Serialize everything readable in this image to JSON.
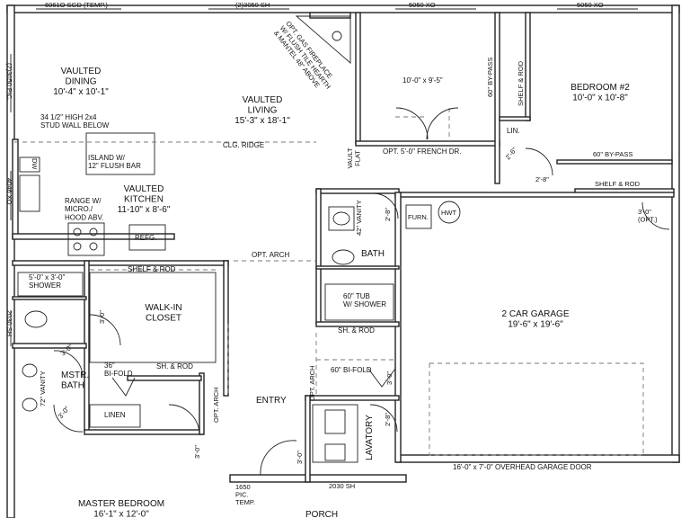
{
  "labels": {
    "win_top_1": "6061O SGD (TEMP.)",
    "win_top_2": "(2)3050 SH",
    "win_top_3": "5050 XO",
    "win_top_4": "5050 XO",
    "win_left_1": "(2)3050 PIC.",
    "win_left_2": "4046 XO",
    "win_left_3": "2030 SH",
    "dining": "VAULTED\nDINING\n10'-4\" x 10'-1\"",
    "stud_wall": "34 1/2\" HIGH 2x4\nSTUD WALL BELOW",
    "island": "ISLAND W/\n12\" FLUSH BAR",
    "dw": "DW",
    "range": "RANGE W/\nMICRO./\nHOOD ABV.",
    "kitchen": "VAULTED\nKITCHEN\n11-10\" x 8'-6\"",
    "refg": "REFG.",
    "fireplace": "OPT. GAS FIREPLACE\nW/ FLUSH TILE HEARTH\n& MANTEL 48\" ABOVE",
    "living": "VAULTED\nLIVING\n15'-3\" x 18'-1\"",
    "clg_ridge": "CLG. RIDGE",
    "vault_flat": "VAULT\nFLAT",
    "opt_arch_h": "OPT. ARCH",
    "study": "10'-0\" x 9'-5\"",
    "french": "OPT. 5'-0\" FRENCH DR.",
    "bypass1": "60\" BY-PASS",
    "shelf_rod_v": "SHELF & ROD",
    "lin": "LIN.",
    "d26": "2'-6\"",
    "d28a": "2'-8\"",
    "bedroom2": "BEDROOM #2\n10'-0\" x 10'-8\"",
    "bypass2": "60\" BY-PASS",
    "shelf_rod_b2": "SHELF & ROD",
    "d28b": "2'-8\"",
    "vanity42": "42\" VANITY",
    "bath": "BATH",
    "tub": "60\" TUB\nW/ SHOWER",
    "sh_rod": "SH. & ROD",
    "furn": "FURN.",
    "hwt": "HWT",
    "d30opt": "3'-0\"\n(OPT.)",
    "garage": "2 CAR GARAGE\n19'-6\" x 19'-6\"",
    "shelf_rod_top": "SHELF & ROD",
    "shower": "5'-0\" x 3'-0\"\nSHOWER",
    "walkin": "WALK-IN\nCLOSET",
    "sh_rod2": "SH. & ROD",
    "d30a": "3'-0\"",
    "d30b": "3'-0\"",
    "bifold36": "36\"\nBI-FOLD",
    "mstr_bath": "MSTR.\nBATH",
    "vanity72": "72\" VANITY",
    "d30c": "3'-0\"",
    "linen": "LINEN",
    "opt_arch_v1": "OPT. ARCH",
    "opt_arch_v2": "OPT. ARCH",
    "entry": "ENTRY",
    "bifold60": "60\" BI-FOLD",
    "d30d": "3'-0\"",
    "lavatory": "LAVATORY",
    "d28c": "2'-8\"",
    "d30e": "3'-0\"",
    "d30f": "3'-0\"",
    "overhead": "16'-0\" x 7'-0\" OVERHEAD GARAGE DOOR",
    "pic1650": "1650\nPIC.\nTEMP.",
    "sh2030": "2030 SH",
    "master": "MASTER BEDROOM\n16'-1\" x 12'-0\"",
    "porch": "PORCH"
  }
}
